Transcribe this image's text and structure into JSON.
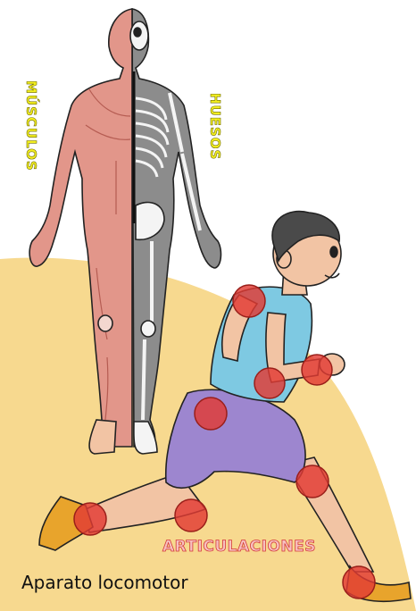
{
  "labels": {
    "muscles": "MÚSCULOS",
    "bones": "HUESOS",
    "joints": "ARTICULACIONES",
    "caption": "Aparato locomotor"
  },
  "colors": {
    "background_arc": "#f7d98f",
    "muscle": "#e2968a",
    "skeleton_side": "#8c8c8c",
    "bone": "#f4f4f4",
    "joint": "#e23a33",
    "shirt": "#7ec9e2",
    "shorts": "#9d86cf",
    "skin": "#f2c4a4",
    "hair": "#4a4a4a",
    "shoe": "#e8a42c",
    "label_yellow": "#f3ef20"
  },
  "icons": [
    "human-anatomy-figure",
    "running-boy-figure",
    "joint-marker"
  ]
}
